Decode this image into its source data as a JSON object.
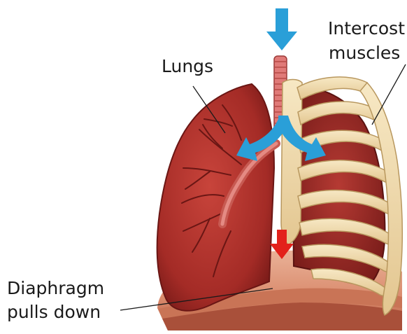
{
  "labels": {
    "lungs": "Lungs",
    "intercostal_line1": "Intercost",
    "intercostal_line2": "muscles",
    "diaphragm_line1": "Diaphragm",
    "diaphragm_line2": "pulls down"
  },
  "colors": {
    "air_arrow": "#2a9fd8",
    "diaphragm_arrow": "#e3211b",
    "lung": "#b0322c",
    "lung_dark": "#7c1c19",
    "trachea": "#e07a78",
    "bone": "#f1ddb0",
    "bone_shadow": "#cfb07a",
    "diaphragm": "#d98a6c"
  }
}
